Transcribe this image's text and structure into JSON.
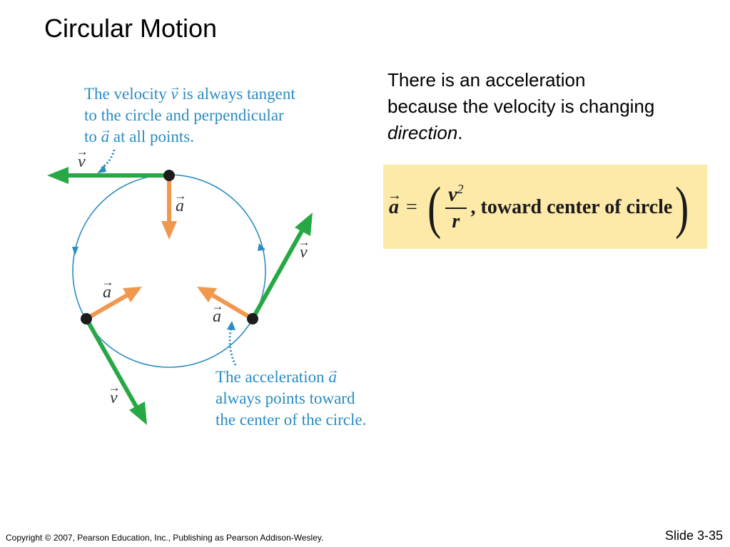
{
  "slide": {
    "title": "Circular Motion",
    "intro_prefix": "There is an acceleration because the velocity is changing ",
    "intro_emphasis": "direction",
    "intro_suffix": ".",
    "footer_copyright": "Copyright © 2007, Pearson Education, Inc., Publishing as Pearson Addison-Wesley.",
    "footer_slide_number": "Slide 3-35"
  },
  "figure": {
    "caption_top": {
      "line1_prefix": "The velocity ",
      "line1_vector": "v",
      "line1_suffix": " is always tangent",
      "line2": "to the circle and perpendicular",
      "line3_prefix": "to ",
      "line3_vector": "a",
      "line3_suffix": " at all points."
    },
    "caption_bottom": {
      "line1_prefix": "The acceleration ",
      "line1_vector": "a",
      "line2": "always points toward",
      "line3": "the center of the circle."
    },
    "vector_labels": {
      "velocity": "v",
      "acceleration": "a"
    },
    "colors": {
      "circle": "#2a8cc1",
      "velocity_arrow": "#27a844",
      "acceleration_arrow": "#f1984f",
      "caption_text": "#2a8cc1",
      "dot": "#1c1c1c"
    }
  },
  "formula": {
    "lhs": "a",
    "equals": "=",
    "numerator": "v",
    "exponent": "2",
    "denominator": "r",
    "text": ", toward center of circle",
    "background": "#fdeaa9"
  }
}
